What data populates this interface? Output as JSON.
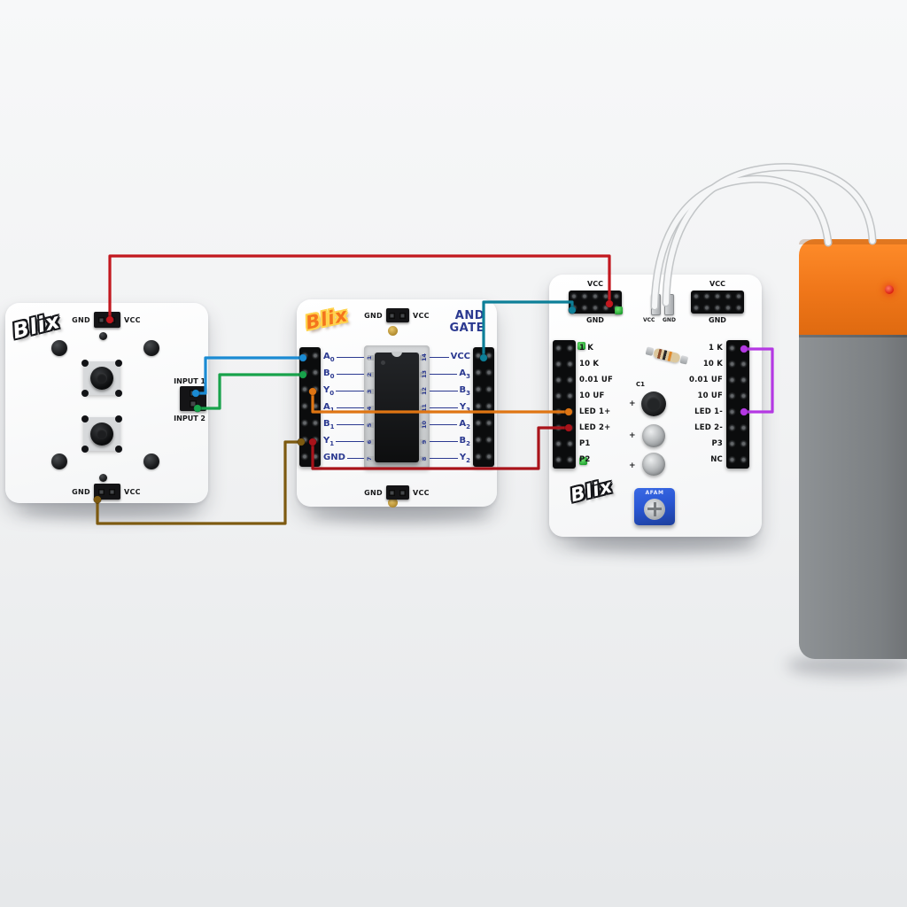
{
  "colors": {
    "battery_orange": "#ef7619",
    "ic_label_blue": "#2b3990",
    "trimpot_blue": "#2a57d4"
  },
  "button_board": {
    "logo": "Blix",
    "top_gnd": "GND",
    "top_vcc": "VCC",
    "bottom_gnd": "GND",
    "bottom_vcc": "VCC",
    "input1_label": "INPUT 1",
    "input2_label": "INPUT 2"
  },
  "gate_board": {
    "logo": "Blix",
    "title_line1": "AND",
    "title_line2": "GATE",
    "top_gnd": "GND",
    "top_vcc": "VCC",
    "bottom_gnd": "GND",
    "bottom_vcc": "VCC",
    "left_pins": [
      {
        "name": "A",
        "sub": "0",
        "num": "1"
      },
      {
        "name": "B",
        "sub": "0",
        "num": "2"
      },
      {
        "name": "Y",
        "sub": "0",
        "num": "3"
      },
      {
        "name": "A",
        "sub": "1",
        "num": "4"
      },
      {
        "name": "B",
        "sub": "1",
        "num": "5"
      },
      {
        "name": "Y",
        "sub": "1",
        "num": "6"
      },
      {
        "name": "GND",
        "sub": "",
        "num": "7"
      }
    ],
    "right_pins": [
      {
        "name": "VCC",
        "sub": "",
        "num": "14"
      },
      {
        "name": "A",
        "sub": "3",
        "num": "13"
      },
      {
        "name": "B",
        "sub": "3",
        "num": "12"
      },
      {
        "name": "Y",
        "sub": "3",
        "num": "11"
      },
      {
        "name": "A",
        "sub": "2",
        "num": "10"
      },
      {
        "name": "B",
        "sub": "2",
        "num": "9"
      },
      {
        "name": "Y",
        "sub": "2",
        "num": "8"
      }
    ]
  },
  "output_board": {
    "logo": "Blix",
    "top_left_vcc": "VCC",
    "top_left_gnd": "GND",
    "top_right_vcc": "VCC",
    "top_right_gnd": "GND",
    "cable_vcc": "VCC",
    "cable_gnd": "GND",
    "left_labels": [
      "1 K",
      "10 K",
      "0.01 UF",
      "10 UF",
      "LED 1+",
      "LED 2+",
      "P1",
      "P2"
    ],
    "right_labels": [
      "1 K",
      "10 K",
      "0.01 UF",
      "10 UF",
      "LED 1-",
      "LED 2-",
      "P3",
      "NC"
    ],
    "cap_label": "C1",
    "plus_sign": "+",
    "trimpot_label": "AFAM"
  },
  "wires": [
    {
      "name": "vcc-red",
      "color": "#c2181f"
    },
    {
      "name": "signal-blue",
      "color": "#1b8bd3"
    },
    {
      "name": "signal-green",
      "color": "#18a24b"
    },
    {
      "name": "output-orange",
      "color": "#df7513"
    },
    {
      "name": "output-darkred",
      "color": "#a9131a"
    },
    {
      "name": "gnd-brown",
      "color": "#7d5a10"
    },
    {
      "name": "vcc-teal",
      "color": "#0d7f98"
    },
    {
      "name": "led-purple",
      "color": "#b438e3"
    }
  ]
}
